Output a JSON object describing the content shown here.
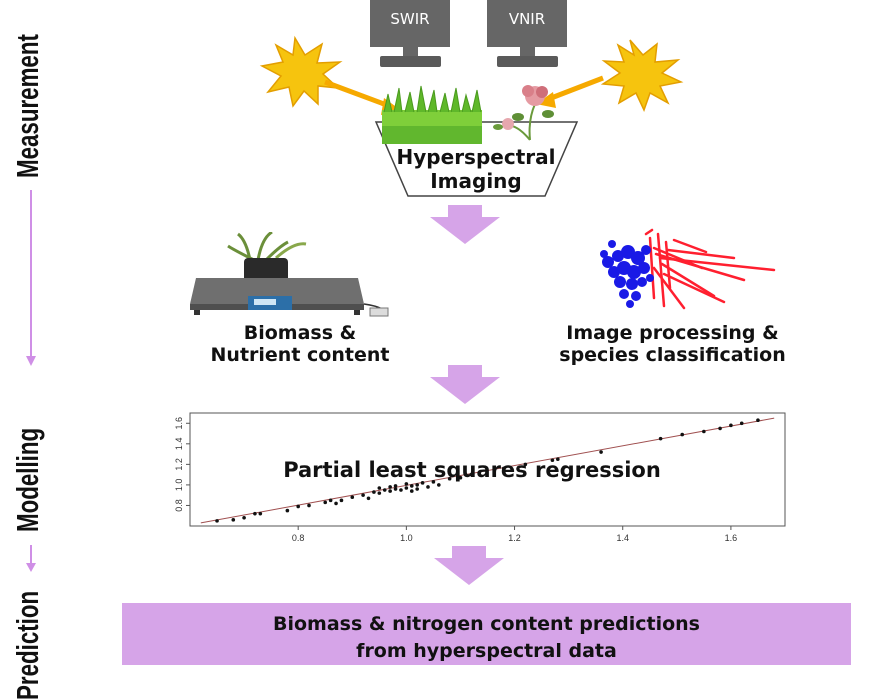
{
  "stages": {
    "measurement": "Measurement",
    "modelling": "Modelling",
    "prediction": "Prediction"
  },
  "cameras": {
    "swir": "SWIR",
    "vnir": "VNIR"
  },
  "captions": {
    "hyperspectral_line1": "Hyperspectral",
    "hyperspectral_line2": "Imaging",
    "biomass_line1": "Biomass &",
    "biomass_line2": "Nutrient content",
    "image_proc_line1": "Image processing &",
    "image_proc_line2": "species classification"
  },
  "regression": {
    "title": "Partial least squares regression"
  },
  "result": {
    "line1": "Biomass & nitrogen content predictions",
    "line2": "from hyperspectral data"
  },
  "colors": {
    "arrow": "#d6a4e8",
    "result_box": "#d6a4e8",
    "stage_line": "#cf8fe6",
    "camera": "#666666",
    "sun": "#f6c40e",
    "classification_red": "#ff1f2f",
    "classification_blue": "#1a1ae6"
  },
  "chart_data": {
    "type": "scatter",
    "title": "Partial least squares regression",
    "xlabel": "",
    "ylabel": "",
    "xlim": [
      0.6,
      1.7
    ],
    "ylim": [
      0.6,
      1.7
    ],
    "x_ticks": [
      "0.8",
      "1.0",
      "1.2",
      "1.4",
      "1.6"
    ],
    "y_ticks": [
      "0.8",
      "1.0",
      "1.2",
      "1.4",
      "1.6"
    ],
    "grid": false,
    "fit_line": [
      [
        0.62,
        0.63
      ],
      [
        1.68,
        1.65
      ]
    ],
    "points": [
      [
        0.65,
        0.65
      ],
      [
        0.68,
        0.66
      ],
      [
        0.7,
        0.68
      ],
      [
        0.72,
        0.72
      ],
      [
        0.73,
        0.72
      ],
      [
        0.78,
        0.75
      ],
      [
        0.8,
        0.79
      ],
      [
        0.82,
        0.8
      ],
      [
        0.85,
        0.83
      ],
      [
        0.86,
        0.85
      ],
      [
        0.87,
        0.82
      ],
      [
        0.88,
        0.85
      ],
      [
        0.9,
        0.88
      ],
      [
        0.92,
        0.9
      ],
      [
        0.93,
        0.87
      ],
      [
        0.94,
        0.93
      ],
      [
        0.95,
        0.97
      ],
      [
        0.95,
        0.92
      ],
      [
        0.96,
        0.95
      ],
      [
        0.97,
        0.98
      ],
      [
        0.97,
        0.94
      ],
      [
        0.98,
        0.99
      ],
      [
        0.98,
        0.96
      ],
      [
        0.99,
        0.95
      ],
      [
        1.0,
        1.01
      ],
      [
        1.0,
        0.97
      ],
      [
        1.01,
        0.99
      ],
      [
        1.01,
        0.94
      ],
      [
        1.02,
        1.0
      ],
      [
        1.02,
        0.96
      ],
      [
        1.03,
        1.02
      ],
      [
        1.04,
        0.98
      ],
      [
        1.05,
        1.03
      ],
      [
        1.06,
        1.0
      ],
      [
        1.08,
        1.06
      ],
      [
        1.1,
        1.07
      ],
      [
        1.12,
        1.1
      ],
      [
        1.18,
        1.16
      ],
      [
        1.22,
        1.2
      ],
      [
        1.27,
        1.24
      ],
      [
        1.28,
        1.25
      ],
      [
        1.36,
        1.32
      ],
      [
        1.47,
        1.45
      ],
      [
        1.51,
        1.49
      ],
      [
        1.55,
        1.52
      ],
      [
        1.58,
        1.55
      ],
      [
        1.6,
        1.58
      ],
      [
        1.62,
        1.6
      ],
      [
        1.65,
        1.63
      ]
    ]
  }
}
